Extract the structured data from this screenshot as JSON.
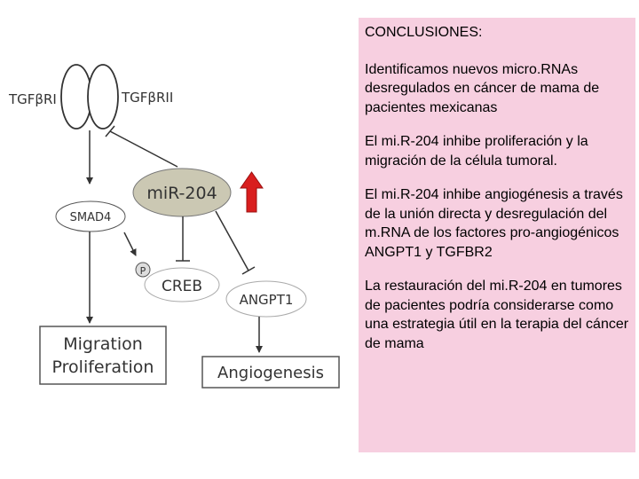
{
  "diagram": {
    "receptor_1": "TGFβRI",
    "receptor_2": "TGFβRII",
    "mirna": "miR-204",
    "smad4": "SMAD4",
    "phospho": "P",
    "creb": "CREB",
    "angpt1": "ANGPT1",
    "outcome_1_line1": "Migration",
    "outcome_1_line2": "Proliferation",
    "outcome_2": "Angiogenesis"
  },
  "colors": {
    "mirna_fill": "#cbc8b3",
    "upregulation_arrow": "#d91e1e",
    "panel_background": "#f7cfe0"
  },
  "conclusions": {
    "title": "CONCLUSIONES",
    "title_suffix": ":",
    "items": [
      "Identificamos nuevos micro.RNAs desregulados en cáncer de mama de pacientes mexicanas",
      "El mi.R-204 inhibe proliferación y la migración de la célula tumoral.",
      "El mi.R-204 inhibe angiogénesis a través de la unión directa y desregulación del m.RNA de los factores pro-angiogénicos ANGPT1 y TGFBR2",
      "La restauración del mi.R-204 en tumores de pacientes podría considerarse como una estrategia útil en la terapia del cáncer de mama"
    ]
  }
}
